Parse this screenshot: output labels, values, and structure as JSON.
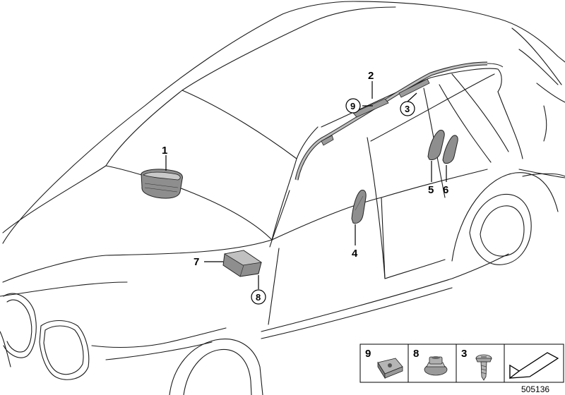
{
  "callouts": [
    {
      "id": "1",
      "part": "front-passenger-airbag"
    },
    {
      "id": "2",
      "part": "head-curtain-airbag"
    },
    {
      "id": "3",
      "part": "screw-callout"
    },
    {
      "id": "4",
      "part": "front-side-airbag"
    },
    {
      "id": "5",
      "part": "rear-side-airbag-left"
    },
    {
      "id": "6",
      "part": "rear-side-airbag-right"
    },
    {
      "id": "7",
      "part": "knee-airbag"
    },
    {
      "id": "8",
      "part": "nut-callout"
    },
    {
      "id": "9",
      "part": "clip-callout"
    }
  ],
  "legend": [
    "9",
    "8",
    "3"
  ],
  "doc_id": "505136"
}
